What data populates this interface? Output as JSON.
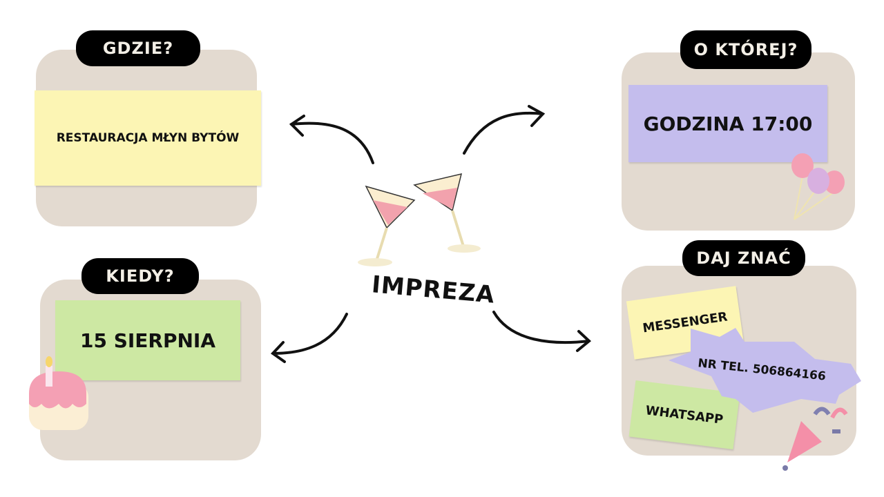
{
  "center": {
    "label": "IMPREZA"
  },
  "where": {
    "title": "GDZIE?",
    "value": "RESTAURACJA MŁYN BYTÓW"
  },
  "when": {
    "title": "KIEDY?",
    "value": "15 SIERPNIA"
  },
  "time": {
    "title": "O KTÓREJ?",
    "value": "GODZINA 17:00"
  },
  "contact": {
    "title": "DAJ ZNAĆ",
    "messenger": "MESSENGER",
    "phone": "NR TEL. 506864166",
    "whatsapp": "WHATSAPP"
  },
  "colors": {
    "card": "#e3dad0",
    "yellow": "#fcf5b4",
    "green": "#cde8a3",
    "purple": "#c4bded"
  }
}
